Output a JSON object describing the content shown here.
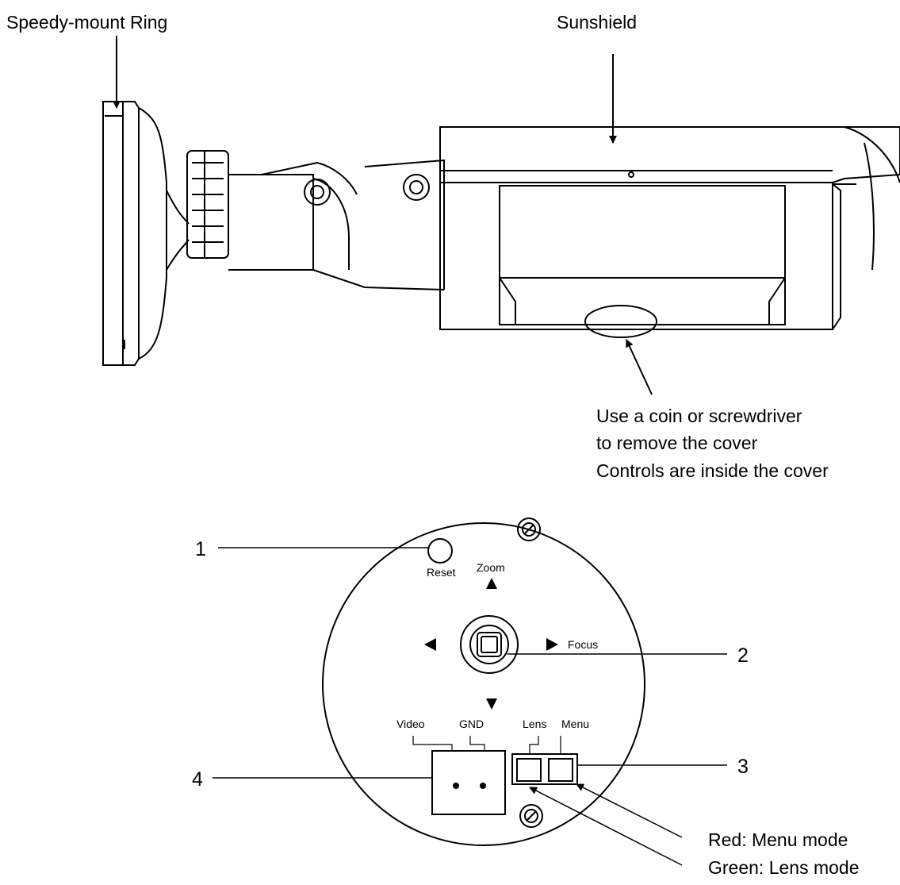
{
  "top_labels": {
    "mount_ring": "Speedy-mount Ring",
    "sunshield": "Sunshield",
    "cover_note_1": "Use a coin or screwdriver",
    "cover_note_2": "to remove the cover",
    "cover_note_3": "Controls are inside the cover"
  },
  "panel": {
    "reset": "Reset",
    "zoom": "Zoom",
    "focus": "Focus",
    "video": "Video",
    "gnd": "GND",
    "lens": "Lens",
    "menu": "Menu"
  },
  "callouts": {
    "c1": "1",
    "c2": "2",
    "c3": "3",
    "c4": "4"
  },
  "led_notes": {
    "red": "Red: Menu mode",
    "green": "Green: Lens mode"
  }
}
